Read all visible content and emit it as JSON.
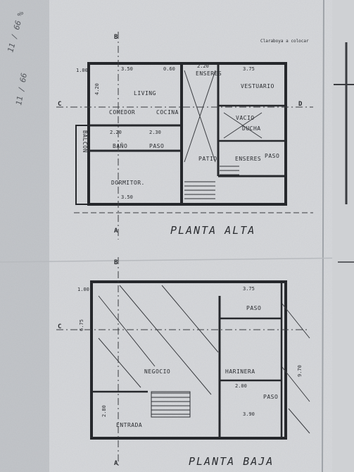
{
  "upper_plan": {
    "title": "PLANTA ALTA",
    "rooms": {
      "comedor": "COMEDOR",
      "cocina": "COCINA",
      "living": "LIVING",
      "bano": "BAÑO",
      "paso": "PASO",
      "dormitor": "DORMITOR.",
      "patio": "PATIO",
      "vestuario": "VESTUARIO",
      "vacio": "VACIO",
      "ducha": "DUCHA",
      "enseres": "ENSERES",
      "enseres2": "ENSERES",
      "paso2": "PASO",
      "balcon": "BALCON"
    },
    "dims": {
      "d100": "1.00",
      "d350": "3.50",
      "d060": "0.60",
      "d220": "2.20",
      "d375": "3.75",
      "d220b": "2.20",
      "d230": "2.30",
      "d350b": "3.50",
      "d420": "4.20"
    },
    "note": "Claraboya a colocar",
    "axes": {
      "b_top": "B",
      "a_bottom": "A",
      "c_left": "C",
      "d_right": "D"
    }
  },
  "lower_plan": {
    "title": "PLANTA BAJA",
    "rooms": {
      "negocio": "NEGOCIO",
      "harinera": "HARINERA",
      "paso": "PASO",
      "paso2": "PASO",
      "entrada": "ENTRADA"
    },
    "dims": {
      "d100": "1.00",
      "d675": "6.75",
      "d280": "2.80",
      "d375": "3.75",
      "d970": "9.70",
      "d390": "3.90",
      "d200": "2.00"
    },
    "axes": {
      "b_top": "B",
      "a_bottom": "A",
      "c_left": "C"
    }
  }
}
